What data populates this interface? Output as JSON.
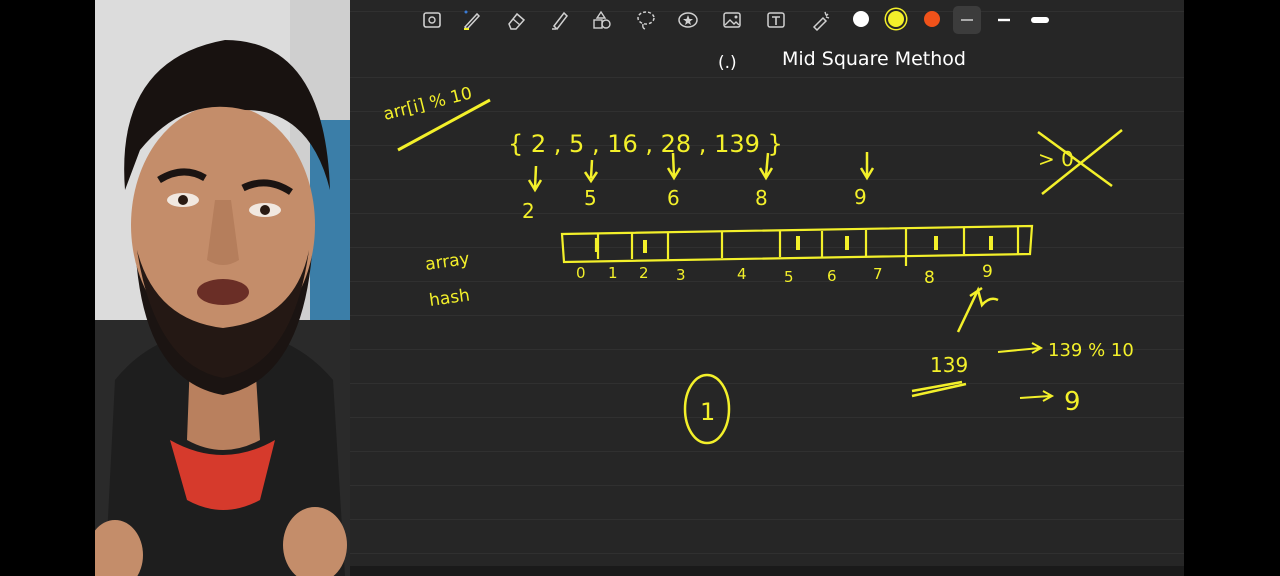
{
  "toolbar": {
    "tools": [
      {
        "name": "image-lasso-icon"
      },
      {
        "name": "pen-icon"
      },
      {
        "name": "eraser-icon"
      },
      {
        "name": "highlighter-icon"
      },
      {
        "name": "shapes-icon"
      },
      {
        "name": "lasso-icon"
      },
      {
        "name": "sticker-icon"
      },
      {
        "name": "image-icon"
      },
      {
        "name": "text-icon"
      },
      {
        "name": "laser-pointer-icon"
      }
    ],
    "colors": [
      "#ffffff",
      "#f3f02a",
      "#f0521a"
    ],
    "stroke_sizes": [
      "thin",
      "medium",
      "thick"
    ],
    "selected_stroke": "thin"
  },
  "notes": {
    "title_bullet": "(.)",
    "title": "Mid Square Method",
    "formula": "arr[i] % 10",
    "array": "{ 2 ,  5 ,  16 ,  28 ,  139 }",
    "mod_results": [
      "2",
      "5",
      "6",
      "8",
      "9"
    ],
    "label_array": "array",
    "label_hash": "hash",
    "indices": [
      "0",
      "1",
      "2",
      "3",
      "4",
      "5",
      "6",
      "7",
      "8",
      "9"
    ],
    "value_139": "139",
    "expr_139": "139 % 10",
    "result": "9",
    "circled": "1",
    "crossed": "> 0"
  },
  "colors": {
    "ink": "#f3f02a",
    "canvas": "#262626"
  }
}
